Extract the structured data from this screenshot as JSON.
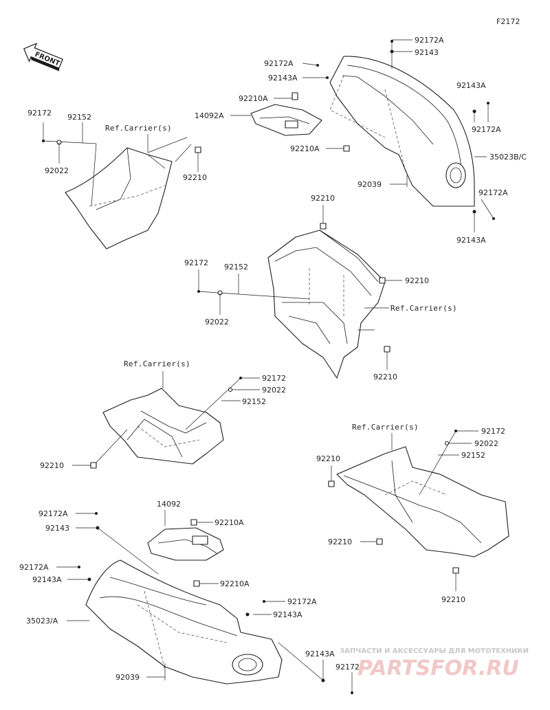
{
  "diagram": {
    "code": "F2172",
    "front_label": "FRONT",
    "labels": {
      "top_92172A_a": "92172A",
      "top_92143_a": "92143",
      "top_92172A_b": "92172A",
      "top_92143A_b": "92143A",
      "top_92210A_a": "92210A",
      "top_14092A": "14092A",
      "top_92210A_b": "92210A",
      "top_92143A_c": "92143A",
      "top_92172A_c": "92172A",
      "top_35023BC": "35023B/C",
      "top_92039": "92039",
      "top_92172A_d": "92172A",
      "top_92143A_d": "92143A",
      "ul_92172": "92172",
      "ul_92152": "92152",
      "ul_ref": "Ref.Carrier(s)",
      "ul_92022": "92022",
      "ul_92210": "92210",
      "c_92210_top": "92210",
      "c_92172": "92172",
      "c_92152": "92152",
      "c_92022": "92022",
      "c_92210_r": "92210",
      "c_ref": "Ref.Carrier(s)",
      "c_92210_b": "92210",
      "ml_ref": "Ref.Carrier(s)",
      "ml_92172": "92172",
      "ml_92022": "92022",
      "ml_92152": "92152",
      "ml_92210": "92210",
      "mr_ref": "Ref.Carrier(s)",
      "mr_92172": "92172",
      "mr_92022": "92022",
      "mr_92152": "92152",
      "mr_92210_a": "92210",
      "mr_92210_b": "92210",
      "mr_92210_c": "92210",
      "b_14092": "14092",
      "b_92172A_a": "92172A",
      "b_92143": "92143",
      "b_92210A_a": "92210A",
      "b_92172A_b": "92172A",
      "b_92143A_b": "92143A",
      "b_92210A_b": "92210A",
      "b_92172A_c": "92172A",
      "b_92143A_c": "92143A",
      "b_35023A": "35023/A",
      "b_92039": "92039",
      "b_92143A_d": "92143A",
      "b_92172A_d": "92172A"
    },
    "watermark": {
      "line1": "ЗАПЧАСТИ И АКСЕССУАРЫ ДЛЯ МОТОТЕХНИКИ",
      "line2": "PARTSFOR.RU"
    }
  }
}
